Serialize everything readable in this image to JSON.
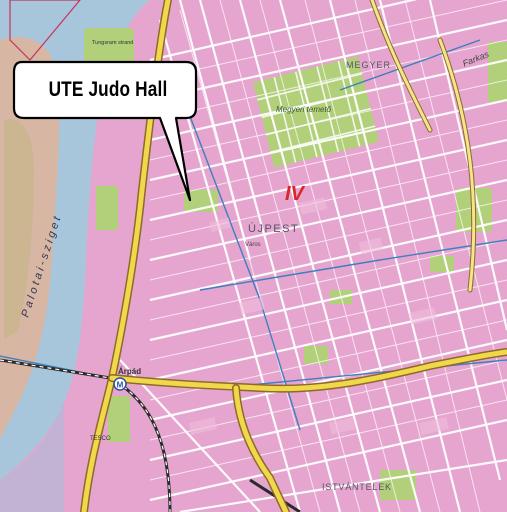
{
  "callout": {
    "text": "UTE Judo Hall"
  },
  "map": {
    "district_numeral": "IV",
    "labels": {
      "ujpest": "ÚJPEST",
      "megyer": "MEGYER",
      "megyeri_temeto": "Megyeri temető",
      "palotai_sziget": "Palotai-sziget",
      "istvantelek": "ISTVÁNTELEK",
      "tungsram_strand": "Tungsram strand",
      "tesco": "TESCO",
      "arpad": "Árpád",
      "farkas": "Farkas",
      "varos": "Város"
    },
    "colors": {
      "land": "#e6a5cf",
      "water": "#a7c6dc",
      "park": "#b2cf7a",
      "main_road": "#f0d84a",
      "road_outline": "#8d6a2a",
      "street": "#ffffff",
      "district_numeral": "#d8262a",
      "callout_fill": "#ffffff",
      "callout_stroke": "#000000",
      "callout_text": "#000000"
    }
  }
}
